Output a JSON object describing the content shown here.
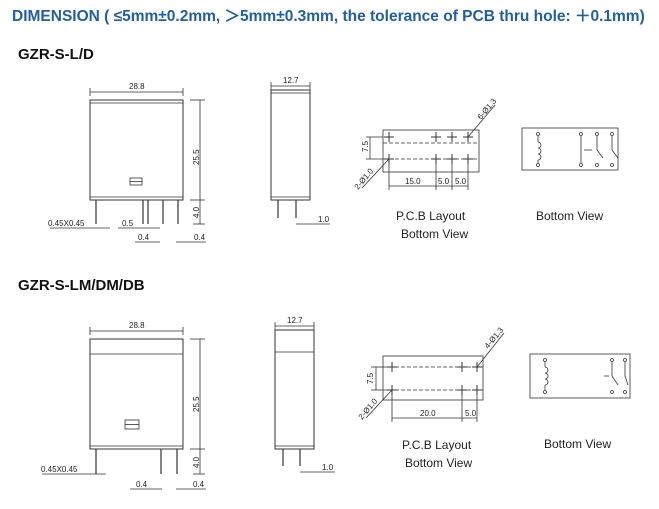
{
  "heading": "DIMENSION ( ≤5mm±0.2mm, ＞5mm±0.3mm, the tolerance of PCB thru hole: ＋0.1mm)",
  "sections": [
    {
      "title": "GZR-S-L/D",
      "front": {
        "width": "28.8",
        "height": "25.5",
        "pin_size": "0.45X0.45",
        "pin_gap": "0.5",
        "pin_w1": "0.4",
        "pin_w2": "0.4",
        "pin_len": "4.0"
      },
      "side": {
        "width": "12.7",
        "pin_offset": "1.0"
      },
      "pcb": {
        "hole_dia": "6-Ø1.3",
        "hole_small": "2-Ø1.0",
        "pitch_v": "7.5",
        "d1": "15.0",
        "d2": "5.0",
        "d3": "5.0",
        "caption_1": "P.C.B Layout",
        "caption_2": "Bottom View"
      },
      "bottom": {
        "caption": "Bottom View"
      }
    },
    {
      "title": "GZR-S-LM/DM/DB",
      "front": {
        "width": "28.8",
        "height": "25.5",
        "pin_size": "0.45X0.45",
        "pin_w1": "0.4",
        "pin_w2": "0.4",
        "pin_len": "4.0"
      },
      "side": {
        "width": "12.7",
        "pin_offset": "1.0"
      },
      "pcb": {
        "hole_dia": "4-Ø1.3",
        "hole_small": "2-Ø1.0",
        "pitch_v": "7.5",
        "d1": "20.0",
        "d2": "5.0",
        "caption_1": "P.C.B Layout",
        "caption_2": "Bottom View"
      },
      "bottom": {
        "caption": "Bottom View"
      }
    }
  ]
}
